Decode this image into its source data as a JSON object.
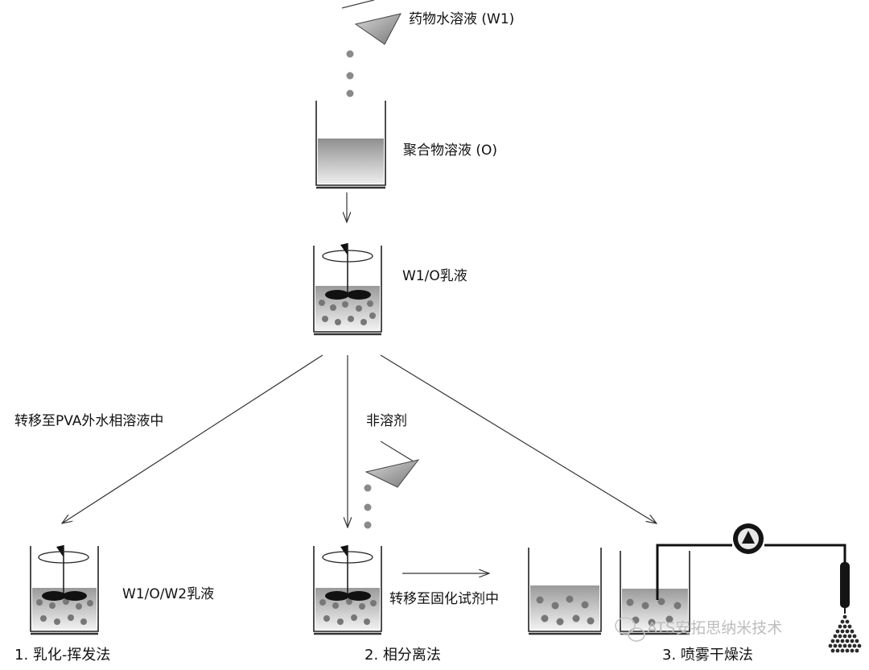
{
  "labels": {
    "drug_solution": "药物水溶液 (W1)",
    "polymer_solution": "聚合物溶液 (O)",
    "primary_emulsion": "W1/O乳液",
    "transfer_pva": "转移至PVA外水相溶液中",
    "non_solvent": "非溶剂",
    "double_emulsion": "W1/O/W2乳液",
    "transfer_solidifier": "转移至固化试剂中"
  },
  "methods": [
    {
      "label": "1. 乳化-挥发法"
    },
    {
      "label": "2. 相分离法"
    },
    {
      "label": "3. 喷雾干燥法"
    }
  ],
  "watermark": "ATS安拓思纳米技术"
}
